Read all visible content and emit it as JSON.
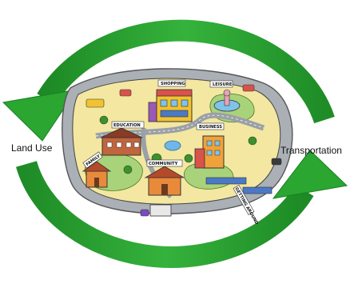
{
  "labels": {
    "left": "Land Use",
    "right": "Transportation"
  },
  "town_signs": {
    "shopping": "SHOPPING",
    "leisure": "LEISURE",
    "education": "EDUCATION",
    "business": "BUSINESS",
    "family": "FAMILY",
    "community": "COMMUNITY",
    "getting_around": "GETTING AROUND"
  },
  "colors": {
    "arrow_green": "#2aa631",
    "arrow_dark": "#157a1e",
    "road": "#9aa0a6",
    "ground": "#f3e7a2",
    "grass": "#a9d37a"
  }
}
